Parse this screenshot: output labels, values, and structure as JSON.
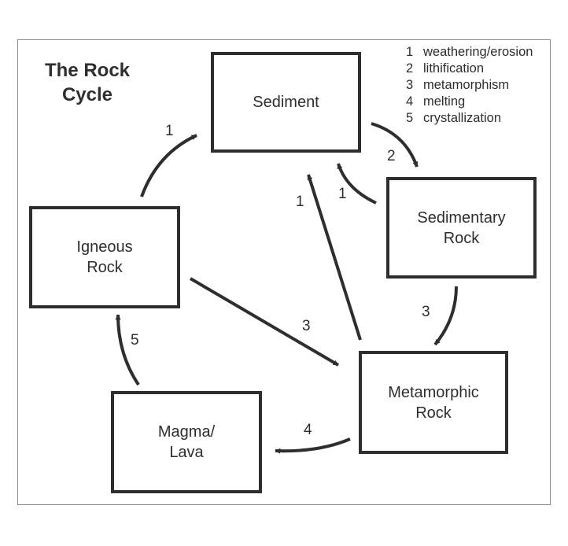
{
  "diagram": {
    "title_line1": "The Rock",
    "title_line2": "Cycle",
    "nodes": {
      "sediment": {
        "line1": "Sediment",
        "line2": ""
      },
      "sedimentary": {
        "line1": "Sedimentary",
        "line2": "Rock"
      },
      "igneous": {
        "line1": "Igneous",
        "line2": "Rock"
      },
      "metamorphic": {
        "line1": "Metamorphic",
        "line2": "Rock"
      },
      "magma": {
        "line1": "Magma/",
        "line2": "Lava"
      }
    },
    "legend": [
      {
        "num": "1",
        "label": "weathering/erosion"
      },
      {
        "num": "2",
        "label": "lithification"
      },
      {
        "num": "3",
        "label": "metamorphism"
      },
      {
        "num": "4",
        "label": "melting"
      },
      {
        "num": "5",
        "label": "crystallization"
      }
    ],
    "edges": [
      {
        "from": "Igneous Rock",
        "to": "Sediment",
        "label": "1"
      },
      {
        "from": "Sediment",
        "to": "Sedimentary Rock",
        "label": "2"
      },
      {
        "from": "Sedimentary Rock",
        "to": "Sediment",
        "label": "1"
      },
      {
        "from": "Metamorphic Rock",
        "to": "Sediment",
        "label": "1"
      },
      {
        "from": "Sedimentary Rock",
        "to": "Metamorphic Rock",
        "label": "3"
      },
      {
        "from": "Igneous Rock",
        "to": "Metamorphic Rock",
        "label": "3"
      },
      {
        "from": "Metamorphic Rock",
        "to": "Magma/Lava",
        "label": "4"
      },
      {
        "from": "Magma/Lava",
        "to": "Igneous Rock",
        "label": "5"
      }
    ]
  }
}
